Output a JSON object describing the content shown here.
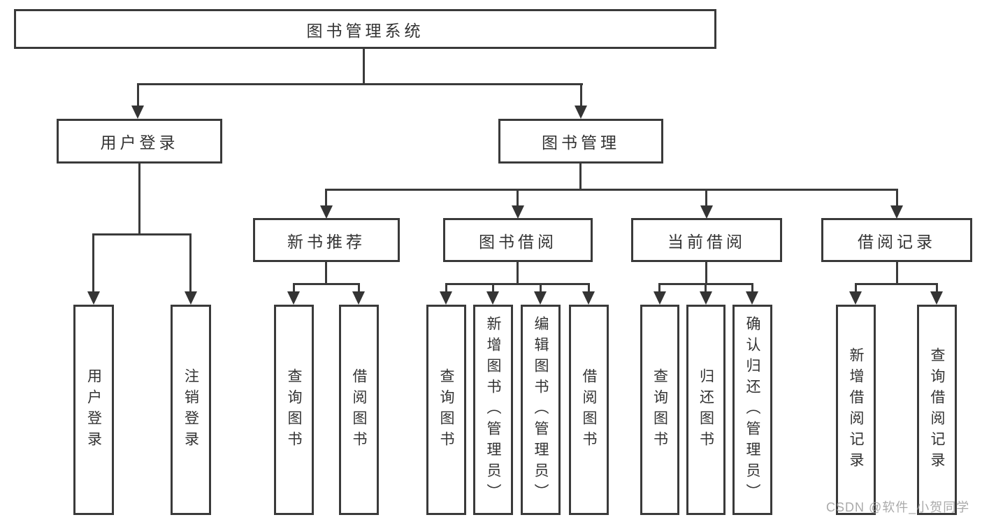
{
  "diagram": {
    "root": "图书管理系统",
    "level2": {
      "user_login": "用户登录",
      "book_mgmt": "图书管理"
    },
    "level3": {
      "new_rec": "新书推荐",
      "borrow": "图书借阅",
      "current": "当前借阅",
      "records": "借阅记录"
    },
    "leaf": {
      "login": "用户登录",
      "logout": "注销登录",
      "rec_query": "查询图书",
      "rec_borrow": "借阅图书",
      "bb_query": "查询图书",
      "bb_add": "新增图书（管理员）",
      "bb_edit": "编辑图书（管理员）",
      "bb_borrow": "借阅图书",
      "cb_query": "查询图书",
      "cb_return": "归还图书",
      "cb_confirm": "确认归还（管理员）",
      "rc_add": "新增借阅记录",
      "rc_query": "查询借阅记录"
    },
    "watermark": "CSDN @软件_小贺同学",
    "colors": {
      "line": "#3a3a3a",
      "text": "#333333",
      "box_background": "#ffffff",
      "page_background": "#ffffff",
      "watermark": "#9c9c9c"
    }
  }
}
